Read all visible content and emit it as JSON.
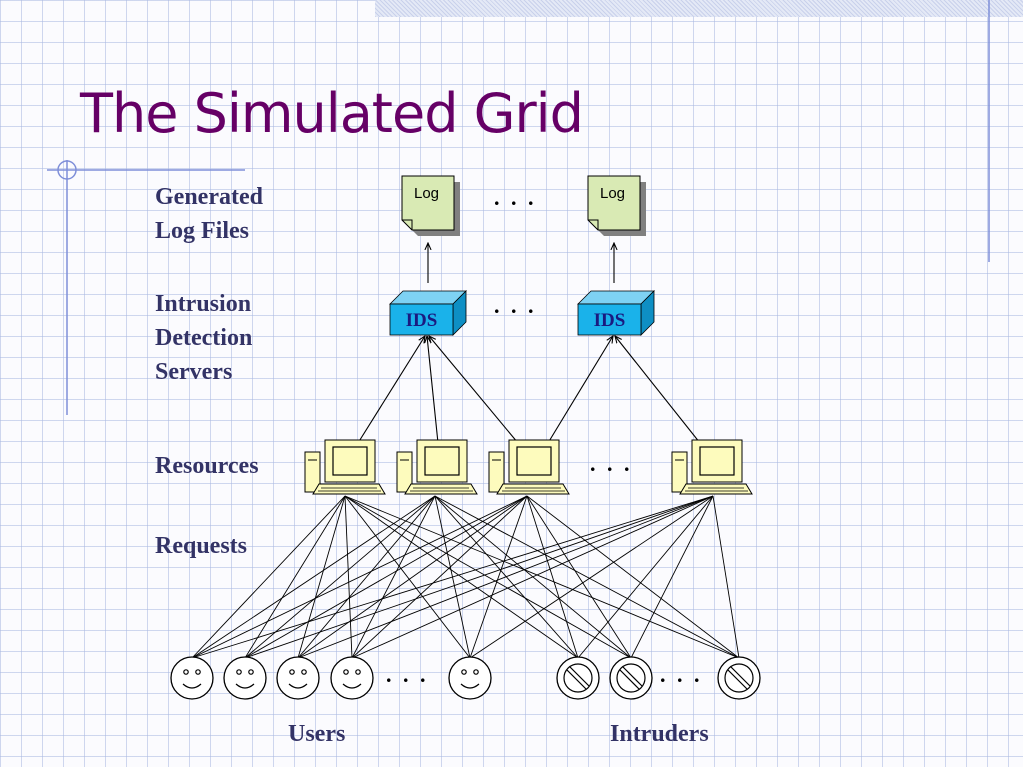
{
  "slide": {
    "title": "The Simulated Grid"
  },
  "labels": {
    "log_files": [
      "Generated",
      "Log Files"
    ],
    "ids_servers": [
      "Intrusion",
      "Detection",
      "Servers"
    ],
    "resources": "Resources",
    "requests": "Requests",
    "users": "Users",
    "intruders": "Intruders"
  },
  "nodes": {
    "log_label": "Log",
    "ids_label": "IDS",
    "ellipsis": ". . ."
  },
  "colors": {
    "title": "#660066",
    "label": "#333366",
    "log_fill": "#d9eab4",
    "ids_front": "#1ab2ea",
    "ids_top": "#7ed2f3",
    "ids_side": "#0e8fc4",
    "ids_text": "#1a1a80",
    "computer_fill": "#fdfbbd"
  }
}
